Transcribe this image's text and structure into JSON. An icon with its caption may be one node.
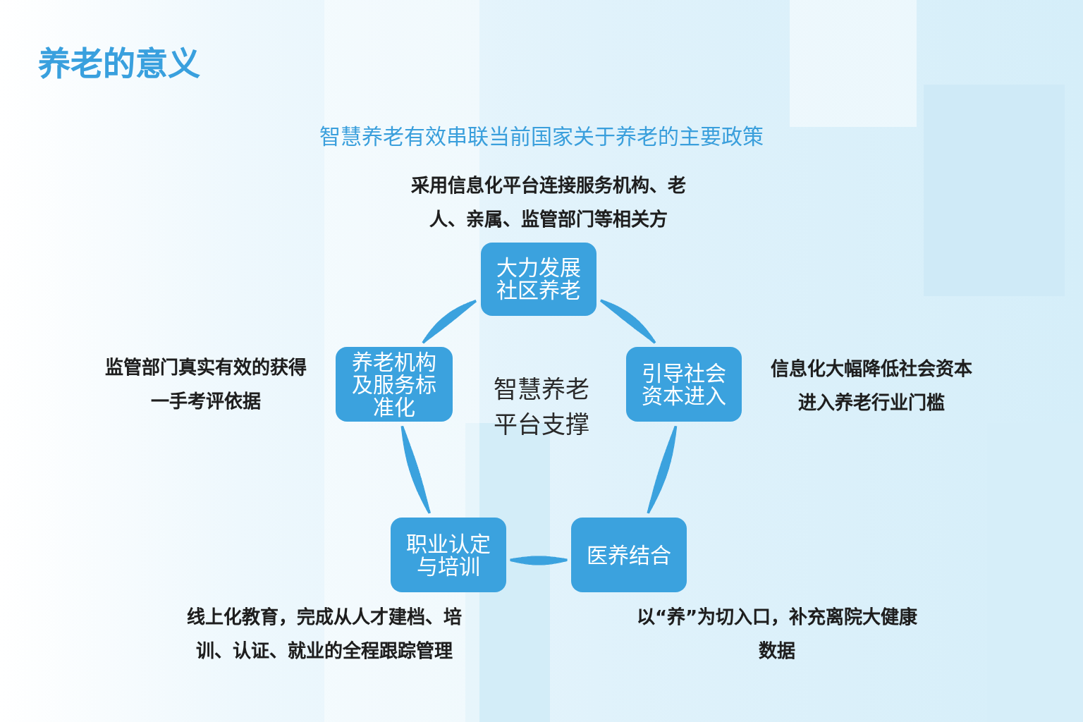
{
  "diagram": {
    "title": "养老的意义",
    "nodes": [
      {
        "text": [
          "大力发展社区养老"
        ],
        "beside": [
          "采用信息化平台连接服务机构、老人、亲属、监管部门等相关方"
        ]
      },
      {
        "text": [
          "引导社会资本进入"
        ],
        "beside": [
          "信息化大幅降低社会资本进入养老行业门槛"
        ]
      },
      {
        "text": [
          "医养结合"
        ],
        "beside": [
          "以“养”为切入口，补充离院大健康数据"
        ]
      },
      {
        "text": [
          "职业认定与培训"
        ],
        "beside": [
          "线上化教育，完成从人才建档、培训、认证、就业的全程跟踪管理"
        ]
      },
      {
        "text": [
          "养老机构及服务标准化"
        ],
        "beside": [
          "监管部门真实有效的获得一手考评依据"
        ]
      }
    ],
    "edges": [
      {
        "from": 0,
        "to": 1,
        "arrow": "none"
      },
      {
        "from": 1,
        "to": 2,
        "arrow": "none"
      },
      {
        "from": 2,
        "to": 3,
        "arrow": "none"
      },
      {
        "from": 3,
        "to": 4,
        "arrow": "none"
      },
      {
        "from": 4,
        "to": 0,
        "arrow": "none"
      }
    ],
    "labels": [
      "智慧养老有效串联当前国家关于养老的主要政策",
      "智慧养老平台支撑"
    ]
  }
}
